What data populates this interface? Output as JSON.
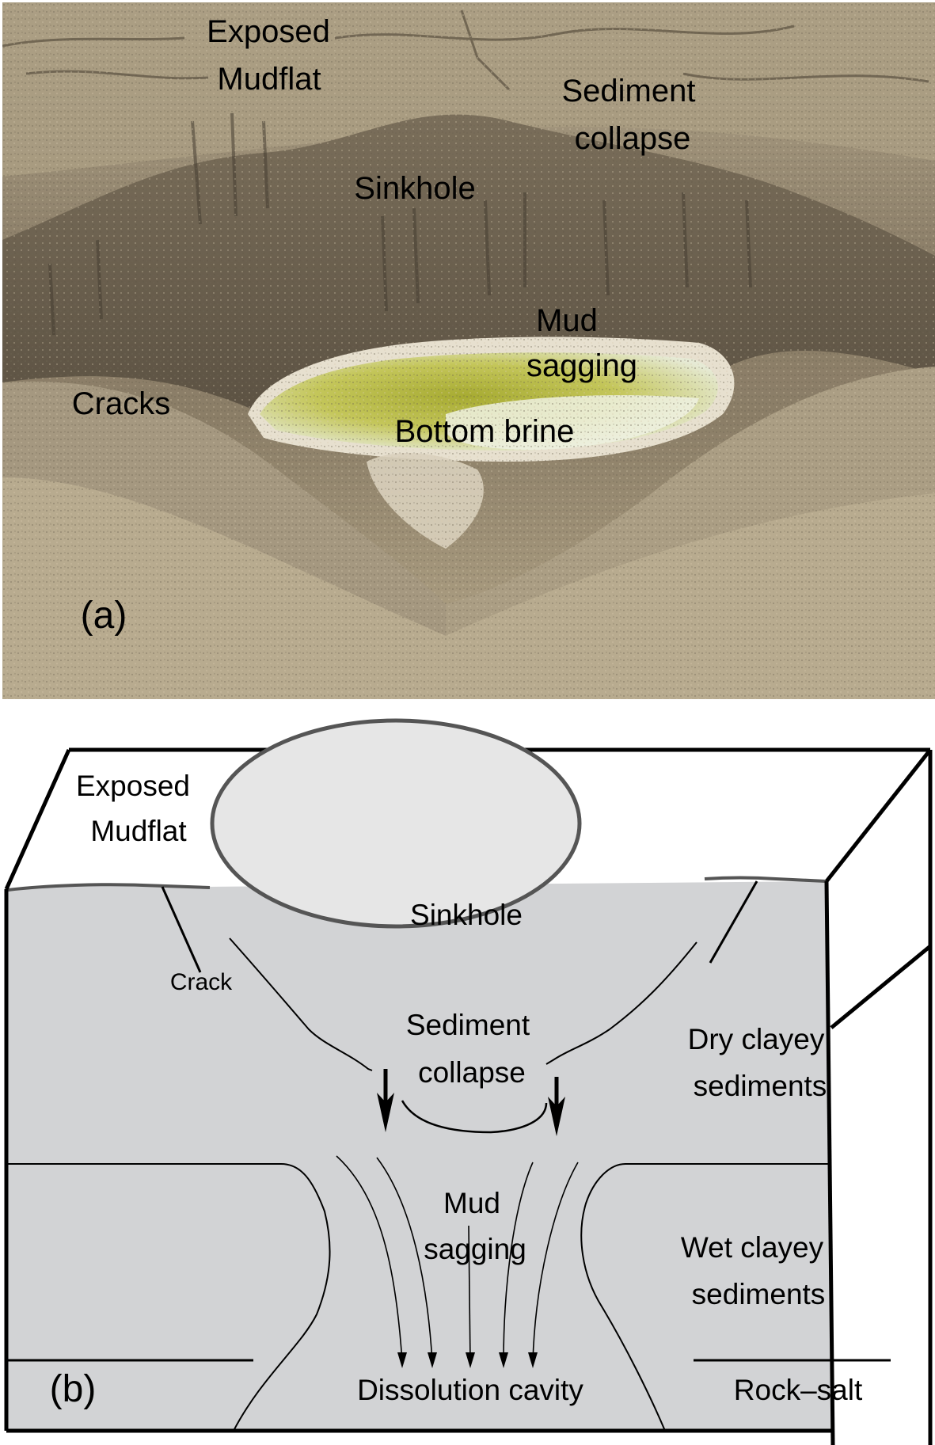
{
  "figure": {
    "panel_a": {
      "tag": "(a)",
      "kind": "photograph",
      "labels": {
        "exposed_mudflat_1": "Exposed",
        "exposed_mudflat_2": "Mudflat",
        "sediment_collapse_1": "Sediment",
        "sediment_collapse_2": "collapse",
        "sinkhole": "Sinkhole",
        "mud_sagging_1": "Mud",
        "mud_sagging_2": "sagging",
        "cracks": "Cracks",
        "bottom_brine": "Bottom brine"
      },
      "colors": {
        "mud_light": "#b9ab8e",
        "mud_mid": "#8f826a",
        "mud_dark": "#5e5444",
        "brine_green": "#b9bd3e",
        "brine_pale": "#e6ead7",
        "salt_crust": "#e7e0cf"
      }
    },
    "panel_b": {
      "tag": "(b)",
      "kind": "block-diagram",
      "labels": {
        "exposed_mudflat_1": "Exposed",
        "exposed_mudflat_2": "Mudflat",
        "sinkhole": "Sinkhole",
        "crack": "Crack",
        "sediment_collapse_1": "Sediment",
        "sediment_collapse_2": "collapse",
        "dry_clayey_1": "Dry clayey",
        "dry_clayey_2": "sediments",
        "mud_sagging_1": "Mud",
        "mud_sagging_2": "sagging",
        "wet_clayey_1": "Wet clayey",
        "wet_clayey_2": "sediments",
        "dissolution_cavity": "Dissolution cavity",
        "rock_salt": "Rock–salt"
      },
      "colors": {
        "block_face": "#d2d3d5",
        "sinkhole_fill": "#e6e6e6",
        "sinkhole_rim": "#555555",
        "line": "#000000",
        "top_surface": "#ffffff"
      }
    }
  }
}
